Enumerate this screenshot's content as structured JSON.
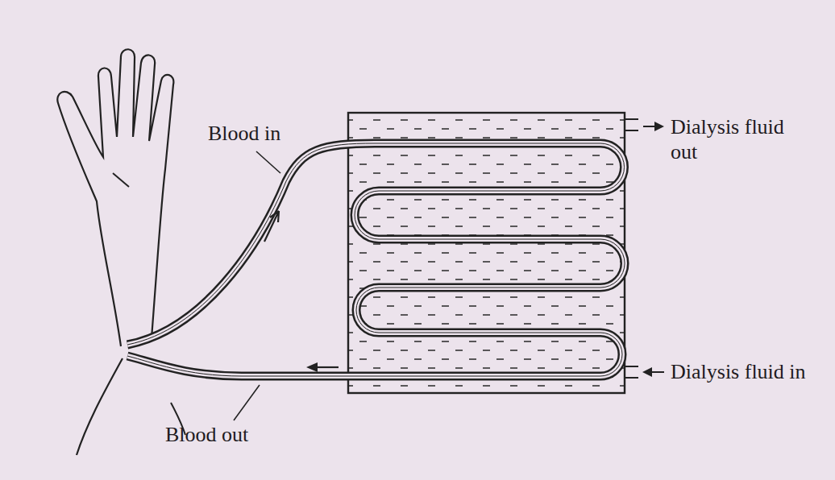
{
  "diagram": {
    "labels": [
      "Blood in",
      "Dialysis fluid out",
      "Dialysis fluid in",
      "Blood out"
    ]
  }
}
